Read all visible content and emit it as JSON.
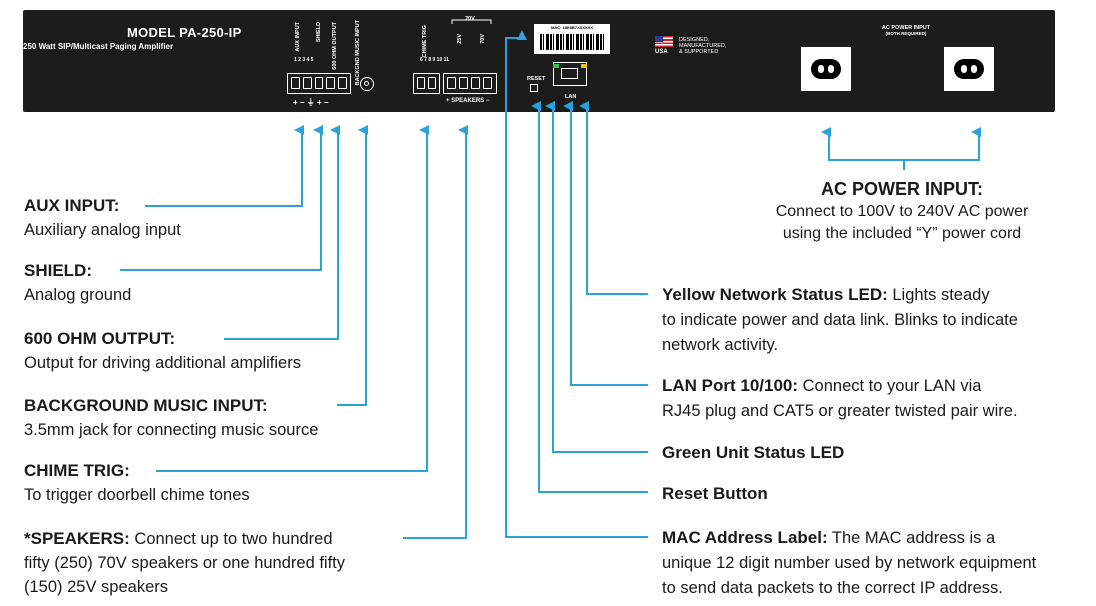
{
  "panel": {
    "model": "MODEL PA-250-IP",
    "subtitle": "250 Watt SIP/Multicast Paging Amplifier",
    "aux_input_label": "AUX INPUT",
    "shield_label": "SHIELD",
    "ohm_output_label": "600 OHM OUTPUT",
    "bg_music_label": "BACKGND MUSIC INPUT",
    "chime_trig_label": "CHIME TRIG",
    "v70_label": "70V",
    "v25_label": "25V",
    "v70b_label": "70V",
    "pins_left": "1  2  3  4  5",
    "pins_right": "6  7    8  9  10  11",
    "polarity_left": "+  −  ⏚  +  −",
    "speakers_label": "+ SPEAKERS −",
    "mac_text": "MAC: 18E8B7XXXXXX",
    "reset_label": "RESET",
    "lan_label": "LAN",
    "usa_label": "USA",
    "designed_line1": "DESIGNED,",
    "designed_line2": "MANUFACTURED,",
    "designed_line3": "& SUPPORTED",
    "ac_power_label": "AC POWER INPUT",
    "ac_power_note": "(BOTH REQUIRED)"
  },
  "callouts_left": [
    {
      "title": "AUX INPUT:",
      "desc": "Auxiliary analog input"
    },
    {
      "title": "SHIELD:",
      "desc": "Analog ground"
    },
    {
      "title": "600 OHM OUTPUT:",
      "desc": "Output for driving additional amplifiers"
    },
    {
      "title": "BACKGROUND MUSIC INPUT:",
      "desc": "3.5mm jack for connecting music source"
    },
    {
      "title": "CHIME TRIG:",
      "desc": "To trigger doorbell chime tones"
    },
    {
      "title": "*SPEAKERS:",
      "desc_line1": " Connect up to two hundred",
      "desc_line2": "fifty (250) 70V speakers or one hundred fifty",
      "desc_line3": "(150) 25V speakers"
    }
  ],
  "callouts_right": [
    {
      "title": "Yellow Network Status LED:",
      "desc_line1": "  Lights steady",
      "desc_line2": "to indicate power and data link. Blinks to indicate",
      "desc_line3": "network activity."
    },
    {
      "title": "LAN Port 10/100:",
      "desc_line1": " Connect to your LAN via",
      "desc_line2": "RJ45 plug and CAT5 or greater twisted pair wire."
    },
    {
      "title": "Green Unit Status LED"
    },
    {
      "title": "Reset Button"
    },
    {
      "title": "MAC Address Label:",
      "desc_line1": " The MAC address is a",
      "desc_line2": "unique 12 digit number used by network equipment",
      "desc_line3": "to send data packets to the correct IP address."
    }
  ],
  "ac_callout": {
    "title": "AC POWER INPUT:",
    "desc_line1": "Connect to 100V to 240V AC power",
    "desc_line2": "using the included “Y” power cord"
  },
  "colors": {
    "accent": "#2aa3dc",
    "panel": "#1c1c1c",
    "led_green": "#3ec24a",
    "led_yellow": "#e8c21a"
  }
}
